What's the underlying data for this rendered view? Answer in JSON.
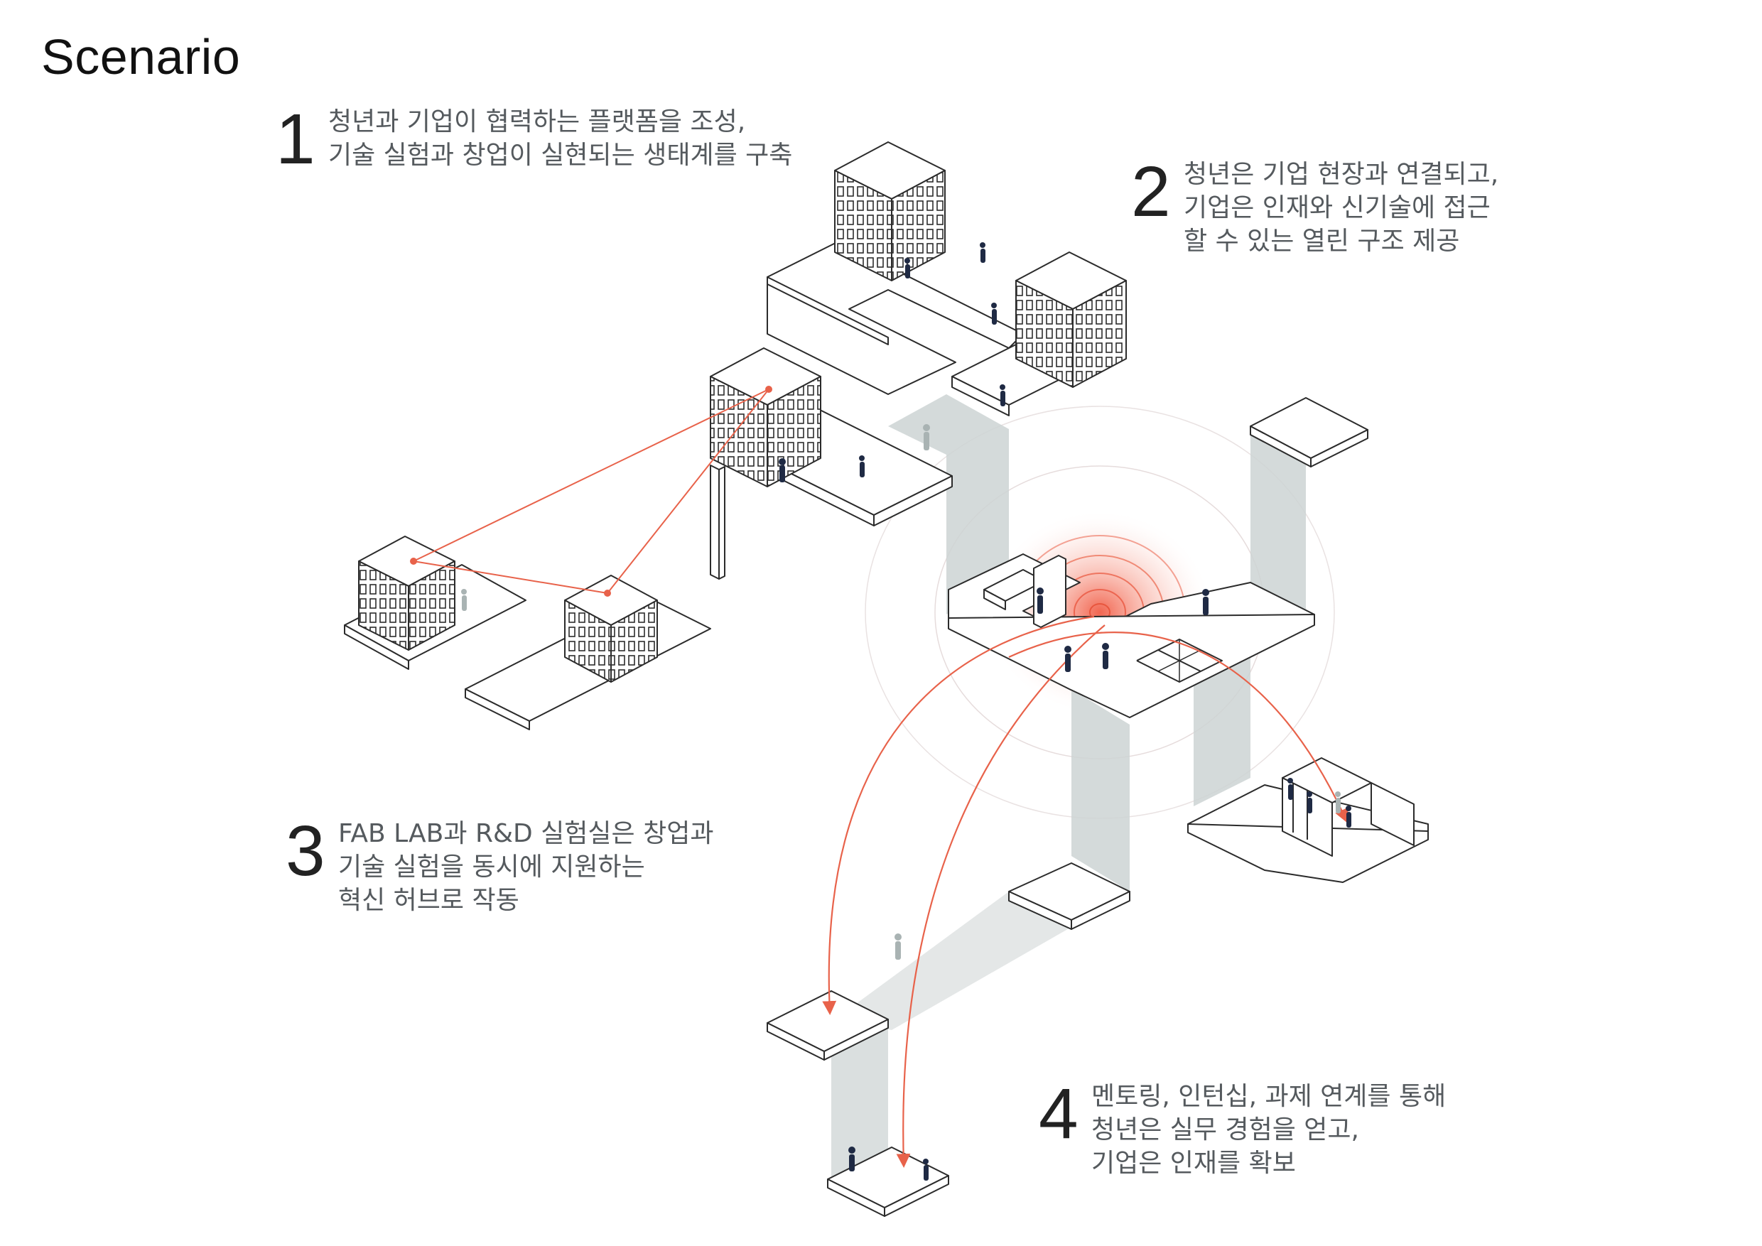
{
  "title": "Scenario",
  "steps": [
    {
      "number": "1",
      "lines": [
        "청년과 기업이 협력하는 플랫폼을 조성,",
        "기술 실험과 창업이 실현되는 생태계를 구축"
      ]
    },
    {
      "number": "2",
      "lines": [
        "청년은 기업 현장과 연결되고,",
        "기업은 인재와 신기술에 접근",
        "할 수 있는 열린 구조 제공"
      ]
    },
    {
      "number": "3",
      "lines": [
        "FAB LAB과 R&D 실험실은 창업과",
        "기술 실험을 동시에 지원하는",
        "혁신 허브로 작동"
      ]
    },
    {
      "number": "4",
      "lines": [
        "멘토링, 인턴십, 과제 연계를 통해",
        "청년은 실무 경험을 얻고,",
        "기업은 인재를 확보"
      ]
    }
  ],
  "colors": {
    "accent": "#e8624a",
    "line": "#2b2b2b",
    "shadow": "#cdd4d4",
    "person_dark": "#1f2a44",
    "person_light": "#a9b3b3",
    "text": "#555a5e"
  }
}
